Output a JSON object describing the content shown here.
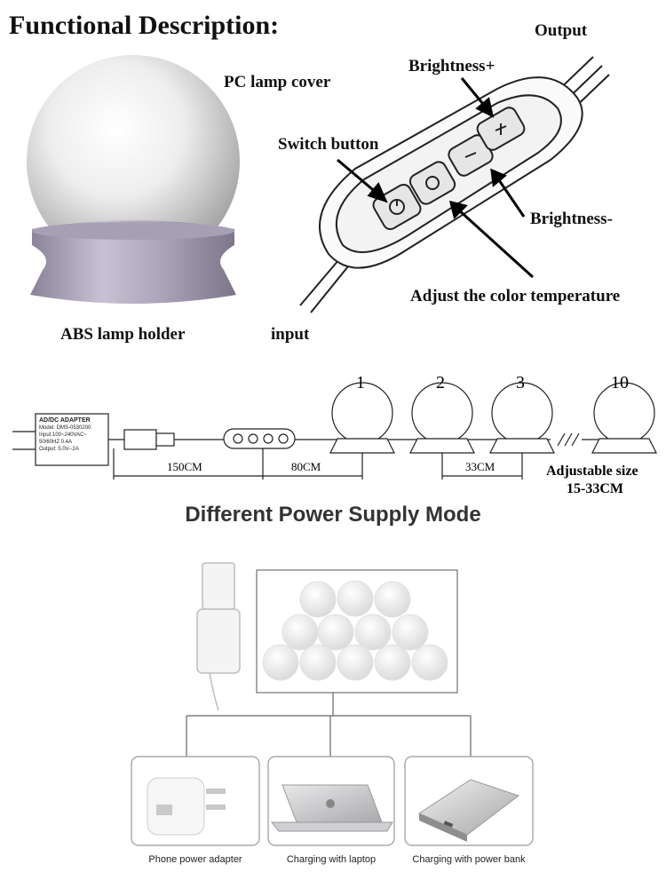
{
  "header": {
    "title": "Functional Description:"
  },
  "lamp": {
    "cover_label": "PC lamp cover",
    "holder_label": "ABS lamp holder"
  },
  "controller": {
    "output_label": "Output",
    "input_label": "input",
    "brightness_plus_label": "Brightness+",
    "brightness_minus_label": "Brightness-",
    "switch_label": "Switch button",
    "color_temp_label": "Adjust the color temperature"
  },
  "wiring": {
    "adapter_title": "AD/DC ADAPTER",
    "adapter_model": "Model: DMS-0530200",
    "adapter_input": "Input:100~240VAC~",
    "adapter_freq": "50/60HZ 0.4A",
    "adapter_output": "Output: 5.0V--2A",
    "len_usb": "150CM",
    "len_controller": "80CM",
    "len_spacing": "33CM",
    "bulb_numbers": [
      "1",
      "2",
      "3",
      "10"
    ],
    "adjustable_label": "Adjustable size",
    "adjustable_range": "15-33CM"
  },
  "power_modes": {
    "title": "Different Power Supply Mode",
    "options": [
      {
        "label": "Phone power adapter"
      },
      {
        "label": "Charging with laptop"
      },
      {
        "label": "Charging with power bank"
      }
    ]
  }
}
